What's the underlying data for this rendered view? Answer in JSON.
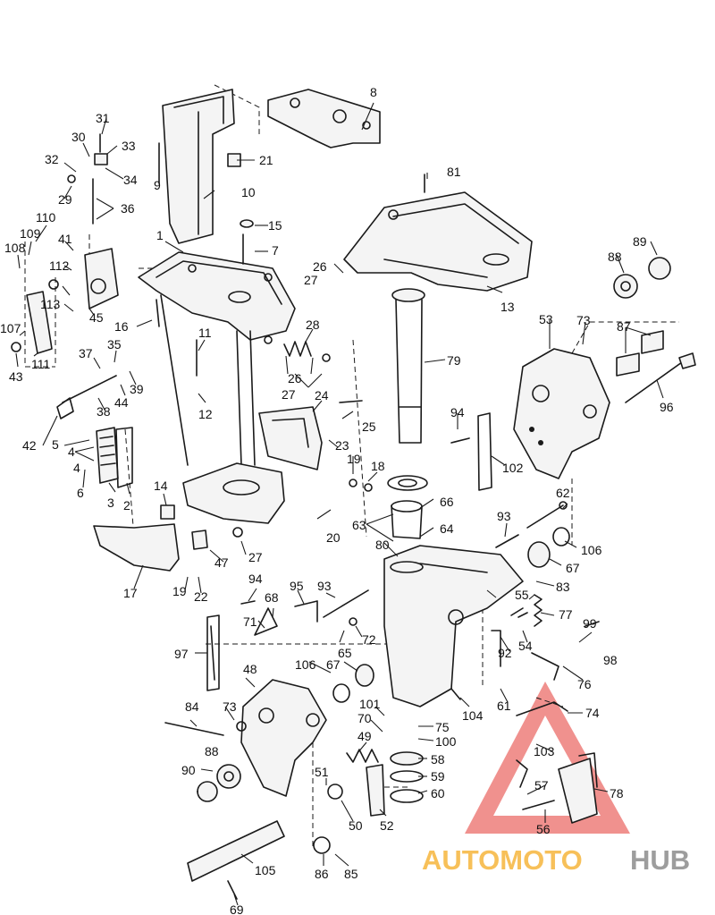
{
  "diagram": {
    "callouts": [
      "1",
      "2",
      "3",
      "4",
      "4",
      "5",
      "6",
      "7",
      "8",
      "9",
      "10",
      "11",
      "12",
      "13",
      "14",
      "15",
      "16",
      "17",
      "18",
      "19",
      "19",
      "20",
      "21",
      "22",
      "23",
      "24",
      "25",
      "26",
      "26",
      "27",
      "27",
      "27",
      "28",
      "29",
      "30",
      "31",
      "32",
      "33",
      "34",
      "35",
      "36",
      "37",
      "38",
      "39",
      "41",
      "42",
      "43",
      "44",
      "45",
      "47",
      "48",
      "49",
      "50",
      "51",
      "52",
      "53",
      "54",
      "55",
      "56",
      "57",
      "58",
      "59",
      "60",
      "61",
      "62",
      "63",
      "64",
      "65",
      "66",
      "67",
      "67",
      "68",
      "69",
      "70",
      "71",
      "72",
      "73",
      "73",
      "74",
      "75",
      "76",
      "77",
      "78",
      "79",
      "80",
      "81",
      "83",
      "84",
      "85",
      "86",
      "87",
      "88",
      "88",
      "89",
      "90",
      "92",
      "93",
      "93",
      "94",
      "94",
      "95",
      "96",
      "97",
      "98",
      "99",
      "100",
      "101",
      "102",
      "103",
      "104",
      "105",
      "106",
      "106",
      "107",
      "108",
      "109",
      "110",
      "111",
      "112",
      "113"
    ]
  },
  "watermark": {
    "brand_primary": "AUTOMOTO",
    "brand_secondary": "HUB",
    "color_primary": "#f6b63d",
    "color_secondary": "#8c8c8c",
    "triangle_color": "#e8534f"
  }
}
